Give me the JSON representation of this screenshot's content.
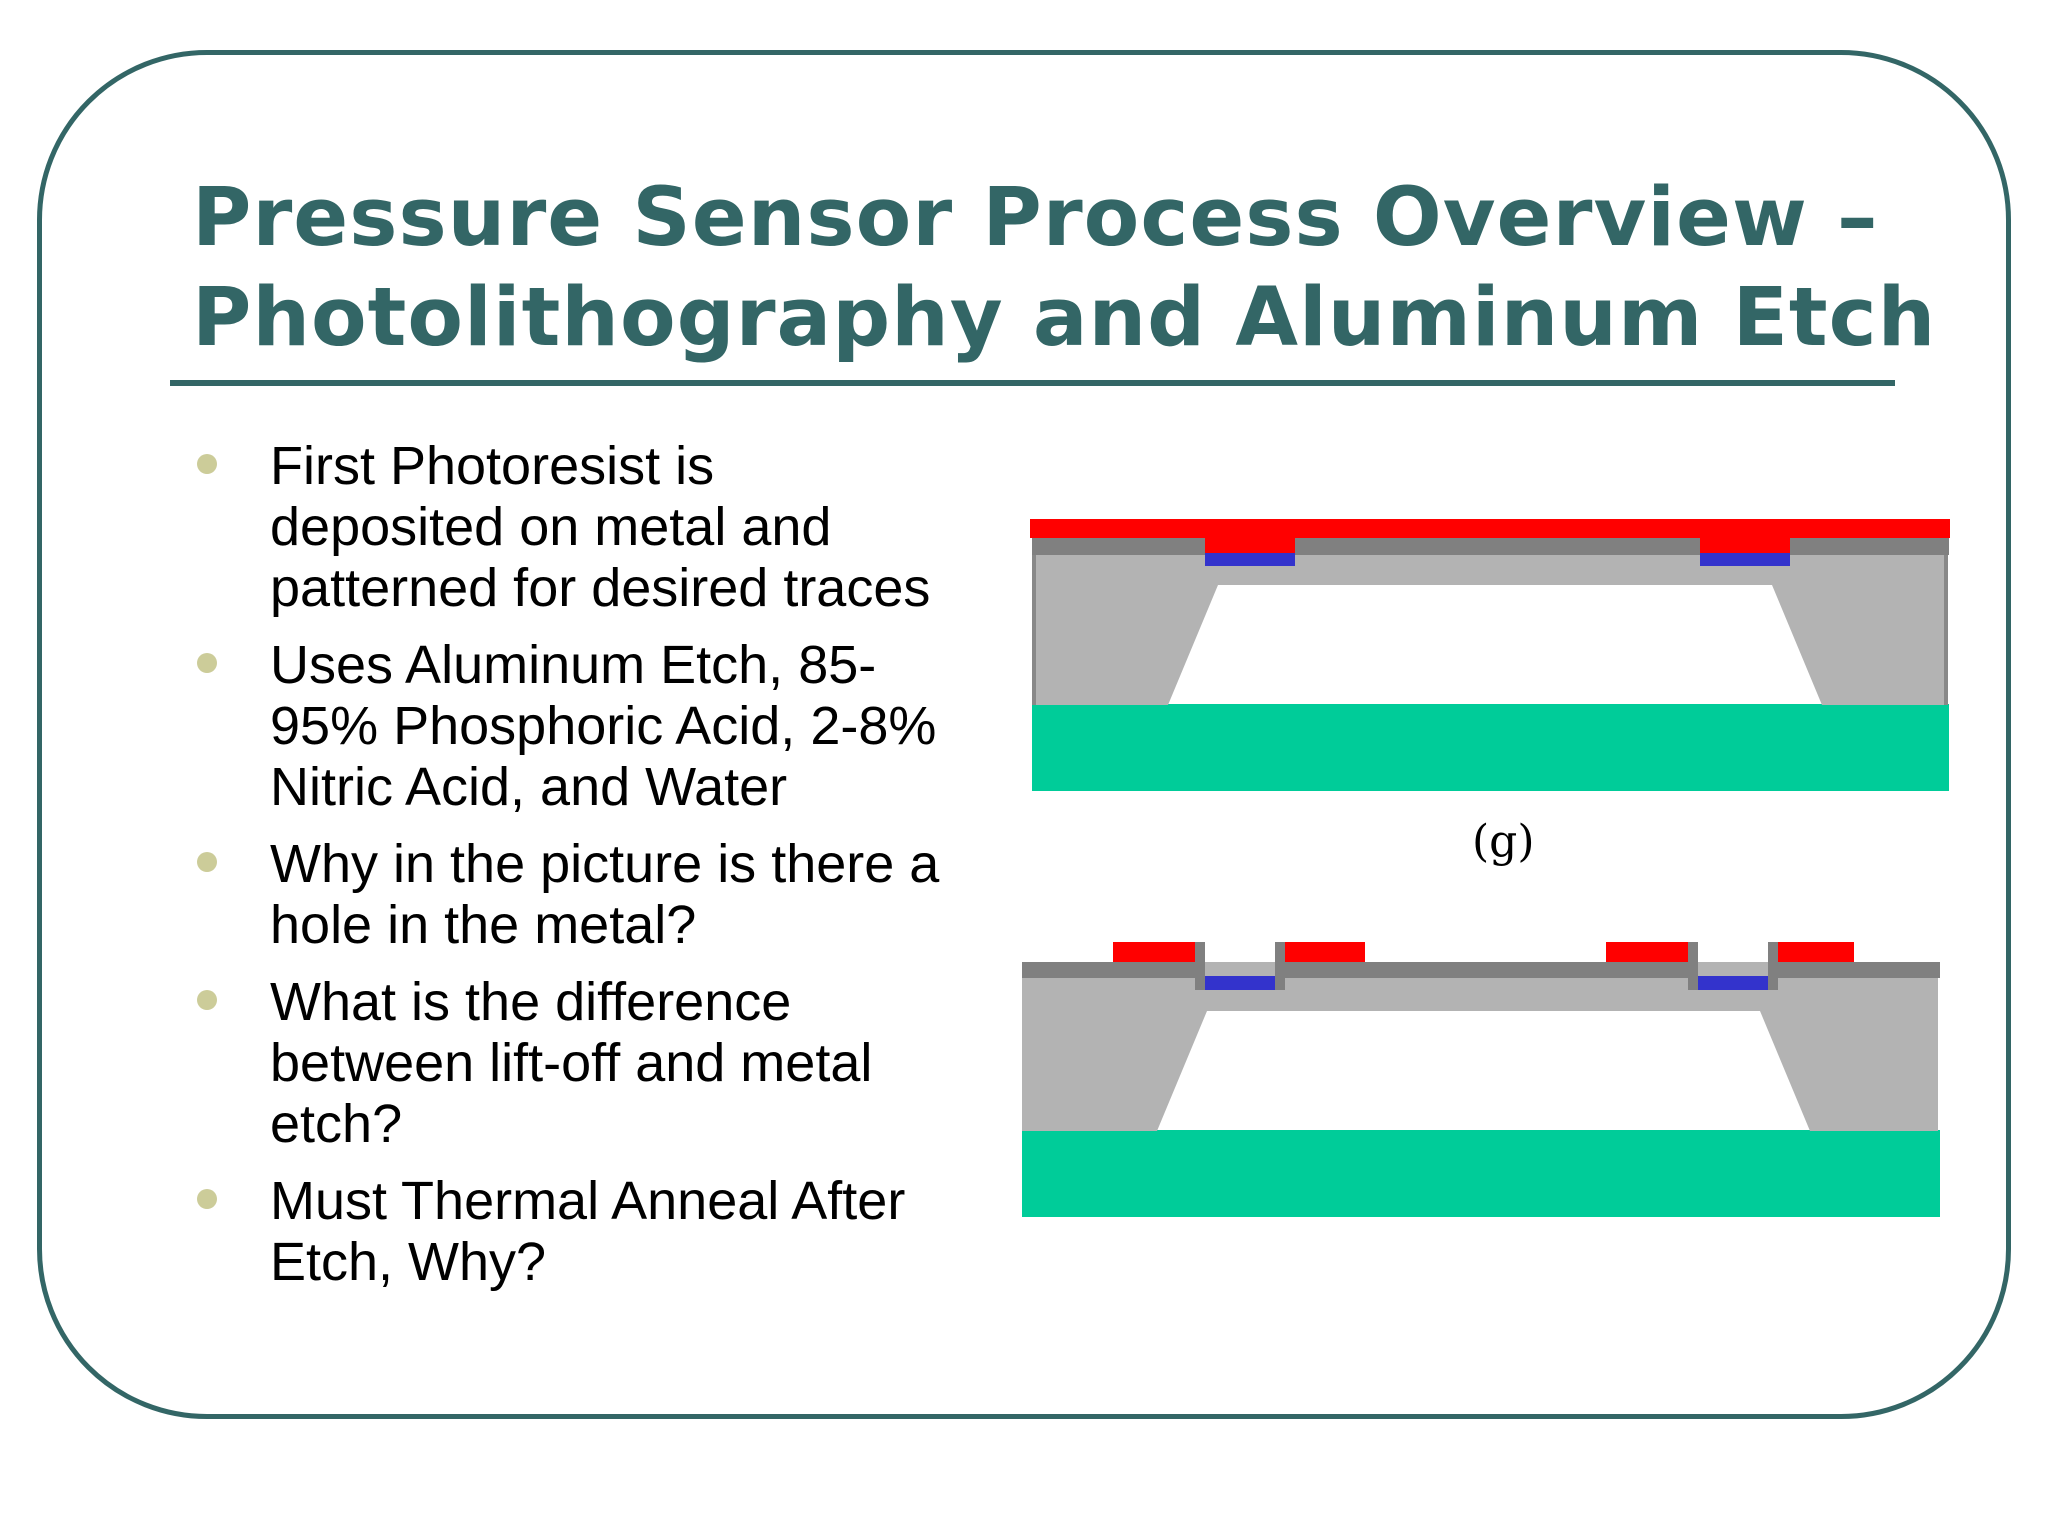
{
  "title": {
    "line1": "Pressure Sensor Process Overview –",
    "line2": "Photolithography and Aluminum Etch"
  },
  "bullets": [
    {
      "lines": [
        "First Photoresist is",
        "deposited on metal and",
        "patterned for desired traces"
      ]
    },
    {
      "lines": [
        "Uses Aluminum Etch, 85-",
        "95% Phosphoric Acid, 2-8%",
        "Nitric Acid, and Water"
      ]
    },
    {
      "lines": [
        "Why in the picture is there a",
        "hole in the metal?"
      ]
    },
    {
      "lines": [
        "What is the difference",
        "between lift-off and metal",
        "etch?"
      ]
    },
    {
      "lines": [
        "Must Thermal Anneal After",
        "Etch, Why?"
      ]
    }
  ],
  "diagram": {
    "caption": "(g)"
  },
  "colors": {
    "accent": "#336666",
    "bullet": "#cccc99",
    "photoresist": "#ff0000",
    "metal_trace": "#3333cc",
    "silicon": "#b3b3b3",
    "metal_layer": "#808080",
    "substrate": "#00cc99"
  }
}
